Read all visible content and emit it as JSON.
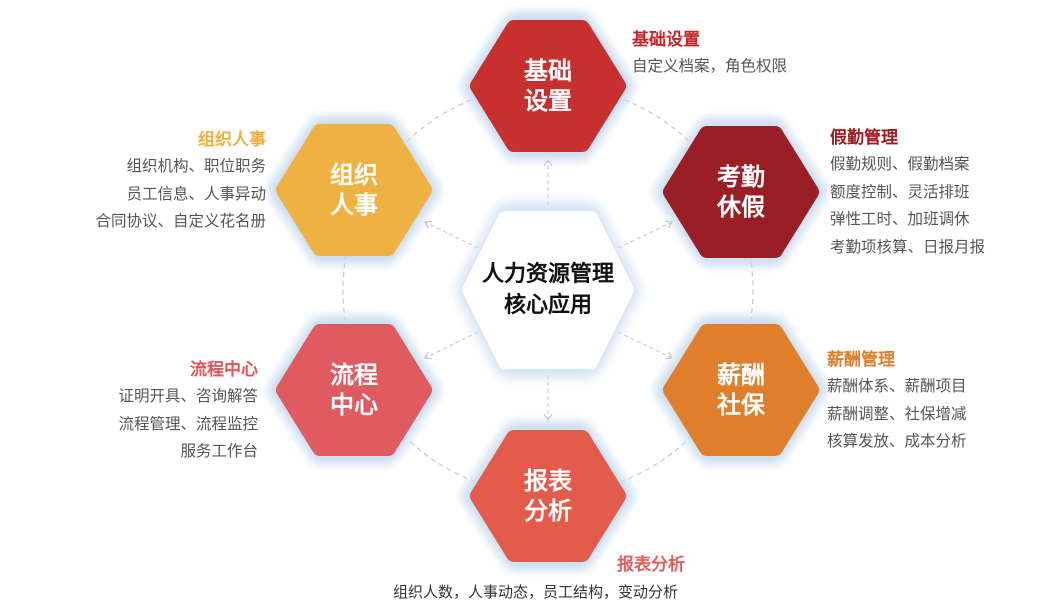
{
  "center": {
    "line1": "人力资源管理",
    "line2": "核心应用"
  },
  "modules": [
    {
      "id": "basic",
      "hex1": "基础",
      "hex2": "设置",
      "title": "基础设置",
      "lines": [
        "自定义档案，角色权限"
      ],
      "color": "#c8302f",
      "title_color": "#c0282a"
    },
    {
      "id": "org",
      "hex1": "组织",
      "hex2": "人事",
      "title": "组织人事",
      "lines": [
        "组织机构、职位职务",
        "员工信息、人事异动",
        "合同协议、自定义花名册"
      ],
      "color": "#efb141",
      "title_color": "#f0b040"
    },
    {
      "id": "attendance",
      "hex1": "考勤",
      "hex2": "休假",
      "title": "假勤管理",
      "lines": [
        "假勤规则、假勤档案",
        "额度控制、灵活排班",
        "弹性工时、加班调休",
        "考勤项核算、日报月报"
      ],
      "color": "#9a1e24",
      "title_color": "#a01a1f"
    },
    {
      "id": "process",
      "hex1": "流程",
      "hex2": "中心",
      "title": "流程中心",
      "lines": [
        "证明开具、咨询解答",
        "流程管理、流程监控",
        "服务工作台"
      ],
      "color": "#df5b5f",
      "title_color": "#e45454"
    },
    {
      "id": "salary",
      "hex1": "薪酬",
      "hex2": "社保",
      "title": "薪酬管理",
      "lines": [
        "薪酬体系、薪酬项目",
        "薪酬调整、社保增减",
        "核算发放、成本分析"
      ],
      "color": "#e07e2b",
      "title_color": "#e07e2b"
    },
    {
      "id": "report",
      "hex1": "报表",
      "hex2": "分析",
      "title": "报表分析",
      "lines": [
        "组织人数，人事动态，员工结构，变动分析"
      ],
      "color": "#e45b4c",
      "title_color": "#e35f5f"
    }
  ]
}
